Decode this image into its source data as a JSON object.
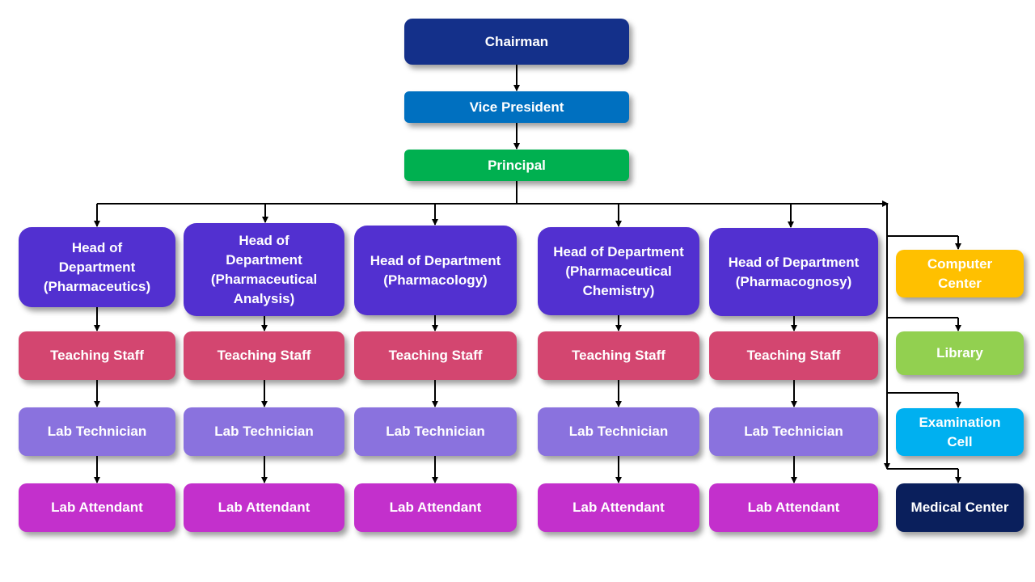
{
  "colors": {
    "chairman": "#14308a",
    "vice_president": "#0070c0",
    "principal": "#00b050",
    "hod": "#5230d0",
    "teaching_staff": "#d34670",
    "lab_technician": "#8a72de",
    "lab_attendant": "#c330cc",
    "computer_center": "#ffc000",
    "library": "#92d050",
    "examination_cell": "#00b0f0",
    "medical_center": "#0a1f5c",
    "connector": "#000000"
  },
  "top": {
    "chairman": "Chairman",
    "vice_president": "Vice President",
    "principal": "Principal"
  },
  "departments": [
    {
      "head": "Head of\nDepartment\n(Pharmaceutics)",
      "teaching": "Teaching Staff",
      "technician": "Lab Technician",
      "attendant": "Lab Attendant"
    },
    {
      "head": "Head of\nDepartment\n(Pharmaceutical\nAnalysis)",
      "teaching": "Teaching Staff",
      "technician": "Lab Technician",
      "attendant": "Lab Attendant"
    },
    {
      "head": "Head of Department\n(Pharmacology)",
      "teaching": "Teaching Staff",
      "technician": "Lab Technician",
      "attendant": "Lab Attendant"
    },
    {
      "head": "Head of Department\n(Pharmaceutical\nChemistry)",
      "teaching": "Teaching Staff",
      "technician": "Lab Technician",
      "attendant": "Lab Attendant"
    },
    {
      "head": "Head of Department\n(Pharmacognosy)",
      "teaching": "Teaching Staff",
      "technician": "Lab Technician",
      "attendant": "Lab Attendant"
    }
  ],
  "services": [
    {
      "label": "Computer\nCenter",
      "color_key": "computer_center"
    },
    {
      "label": "Library",
      "color_key": "library"
    },
    {
      "label": "Examination\nCell",
      "color_key": "examination_cell"
    },
    {
      "label": "Medical Center",
      "color_key": "medical_center"
    }
  ]
}
